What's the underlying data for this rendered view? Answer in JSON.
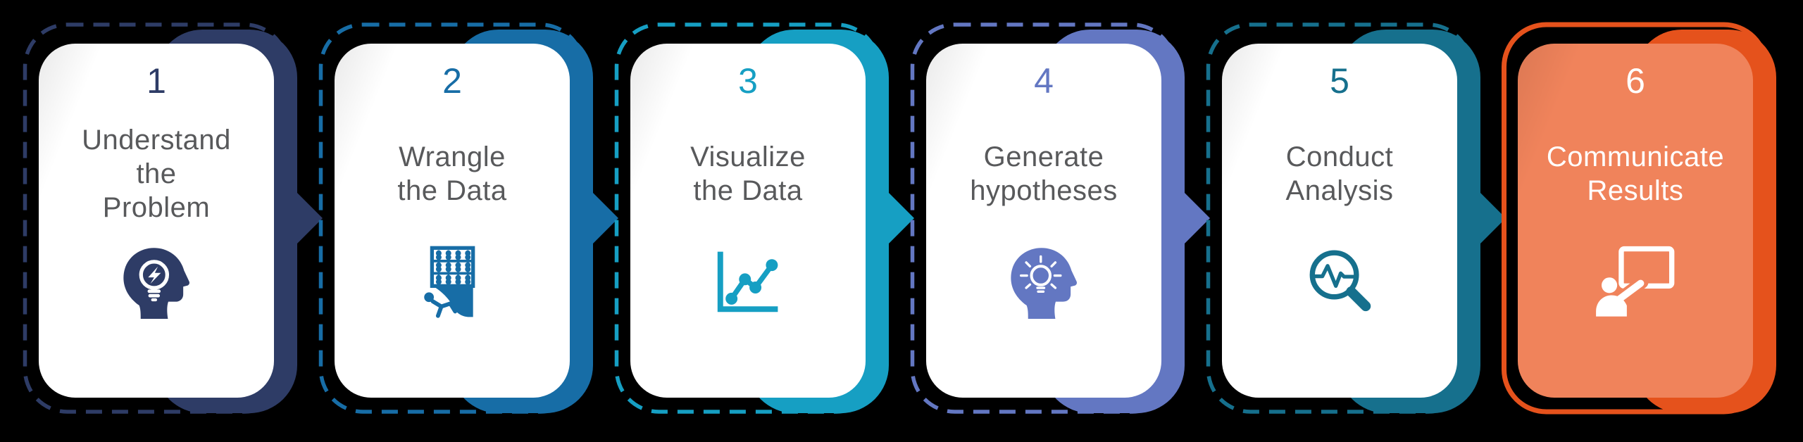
{
  "diagram": {
    "kind": "process-flow",
    "background": "#000000",
    "label_text_color": "#58595B",
    "card_fill_default": "#FFFFFF"
  },
  "steps": [
    {
      "number": "1",
      "label": "Understand\nthe\nProblem",
      "color": "#2E3C66",
      "icon": "head-lightbulb-icon"
    },
    {
      "number": "2",
      "label": "Wrangle\nthe Data",
      "color": "#176DA6",
      "icon": "abacus-climber-icon"
    },
    {
      "number": "3",
      "label": "Visualize\nthe Data",
      "color": "#169FC3",
      "icon": "line-chart-icon"
    },
    {
      "number": "4",
      "label": "Generate\nhypotheses",
      "color": "#6377C2",
      "icon": "head-idea-icon"
    },
    {
      "number": "5",
      "label": "Conduct\nAnalysis",
      "color": "#16708D",
      "icon": "magnifier-waveform-icon"
    },
    {
      "number": "6",
      "label": "Communicate\nResults",
      "color": "#E5521C",
      "icon": "presenter-board-icon",
      "card_fill": "#F0835B",
      "text_color": "#FFFFFF",
      "number_color": "#FFFFFF",
      "icon_color": "#FFFFFF"
    }
  ]
}
